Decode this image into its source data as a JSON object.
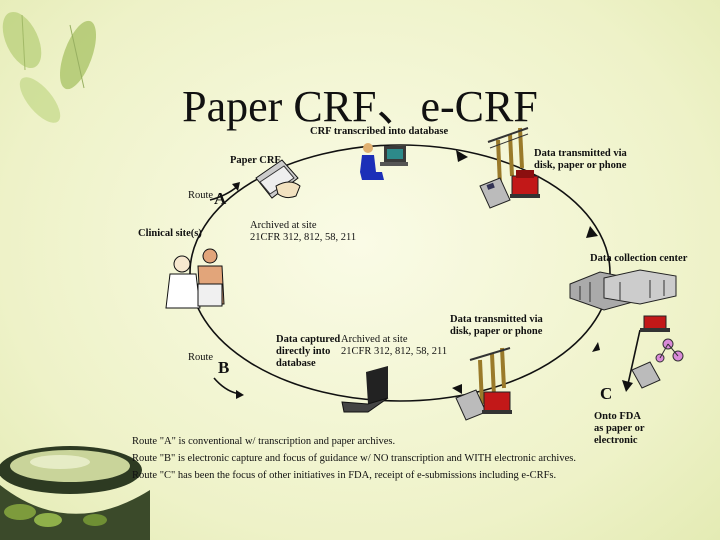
{
  "title": "Paper CRF、e-CRF",
  "labels": {
    "crf_transcribed": "CRF transcribed into database",
    "paper_crf": "Paper CRF",
    "route_a_word": "Route",
    "route_a_letter": "A",
    "archived_site_1": "Archived at site\n21CFR 312, 812, 58, 211",
    "clinical_site": "Clinical site(s)",
    "data_transmitted_1": "Data transmitted via\ndisk, paper or phone",
    "data_collection_center": "Data collection center",
    "data_transmitted_2": "Data transmitted via\ndisk, paper or phone",
    "data_captured": "Data captured\ndirectly into\ndatabase",
    "archived_site_2": "Archived at site\n21CFR 312, 812, 58, 211",
    "route_b_word": "Route",
    "route_b_letter": "B",
    "route_c_letter": "C",
    "onto_fda": "Onto FDA\nas paper or\nelectronic"
  },
  "notes": [
    "Route \"A\" is conventional w/ transcription and paper archives.",
    "Route \"B\" is electronic capture and focus of guidance w/ NO transcription and WITH electronic archives.",
    "Route \"C\" has been the focus of other initiatives in FDA, receipt of e-submissions including e-CRFs."
  ],
  "icons": [
    "leaf-icon",
    "tea-bowl-icon",
    "computer-user-icon",
    "paper-crf-icon",
    "doctor-patient-icon",
    "telephone-pole-icon",
    "floppy-disk-icon",
    "fax-icon",
    "building-icon",
    "laptop-icon",
    "molecule-icon"
  ]
}
